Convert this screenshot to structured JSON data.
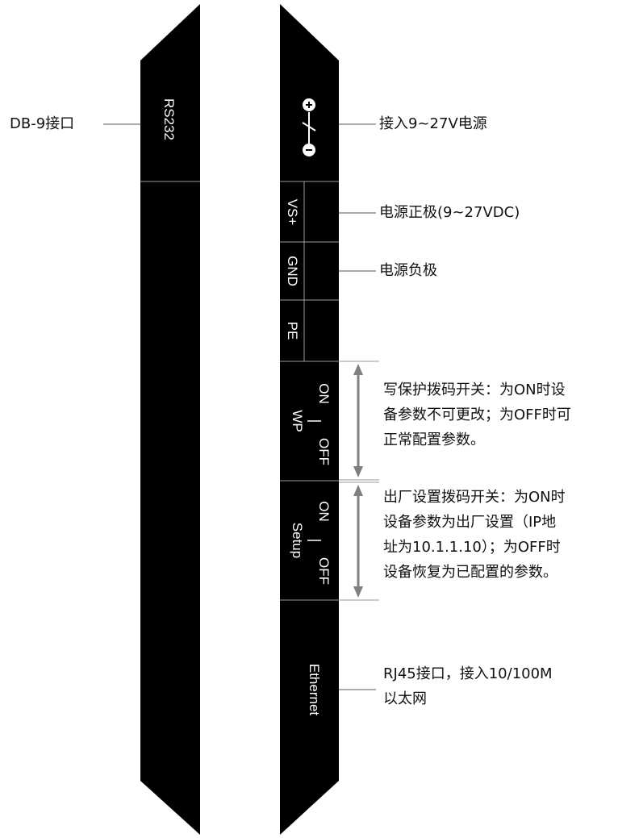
{
  "left_module": {
    "port_label": "RS232"
  },
  "right_module": {
    "terminals": [
      "VS+",
      "GND",
      "PE"
    ],
    "wp": {
      "name": "WP",
      "on": "ON",
      "off": "OFF"
    },
    "setup": {
      "name": "Setup",
      "on": "ON",
      "off": "OFF"
    },
    "ethernet_label": "Ethernet"
  },
  "callouts": {
    "db9": "DB-9接口",
    "power_in": "接入9~27V电源",
    "vs_plus": "电源正极(9~27VDC)",
    "gnd": "电源负极",
    "wp_desc": [
      "写保护拨码开关：为ON时设",
      "备参数不可更改；为OFF时可",
      "正常配置参数。"
    ],
    "setup_desc": [
      "出厂设置拨码开关：为ON时",
      "设备参数为出厂设置（IP地",
      "址为10.1.1.10）；为OFF时",
      "设备恢复为已配置的参数。"
    ],
    "rj45_desc": [
      "RJ45接口，接入10/100M",
      "以太网"
    ]
  },
  "colors": {
    "module_fill": "#000000",
    "label_color": "#ffffff",
    "leader_line": "#555555",
    "arrow_color": "#7f7f7f"
  }
}
